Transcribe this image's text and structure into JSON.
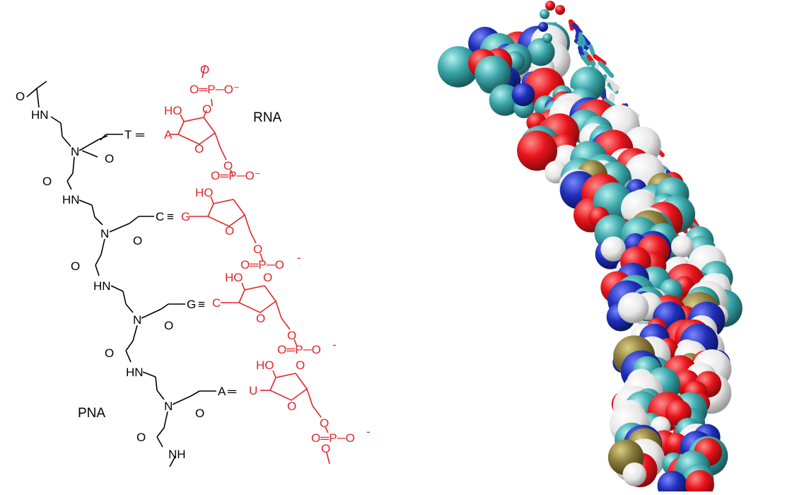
{
  "figure": {
    "labels": {
      "rna": "RNA",
      "pna": "PNA"
    },
    "colors": {
      "pna_strand": "#000000",
      "rna_strand": "#e0262b",
      "carbon": "#3aa6a9",
      "oxygen": "#e8141b",
      "nitrogen": "#1f2fb8",
      "hydrogen": "#f2f2f2",
      "phosphorus": "#8a7a3a"
    },
    "pna": {
      "terminal_top": {
        "carbonyl_o": "O",
        "amine": "HN"
      },
      "units": [
        {
          "nitrogen": "N",
          "amide_o": "O",
          "linker_carbonyl_o": "O",
          "amine": "HN",
          "base": "T",
          "bond": "═"
        },
        {
          "nitrogen": "N",
          "amide_o": "O",
          "linker_carbonyl_o": "O",
          "amine": "HN",
          "base": "C",
          "bond": "≡"
        },
        {
          "nitrogen": "N",
          "amide_o": "O",
          "linker_carbonyl_o": "O",
          "amine": "HN",
          "base": "G",
          "bond": "≡"
        },
        {
          "nitrogen": "N",
          "amide_o": "O",
          "linker_carbonyl_o": "O",
          "amine": "NH",
          "base": "A",
          "bond": "═"
        }
      ]
    },
    "rna": {
      "top_phosphate": {
        "o1": "O",
        "p": "O═P─O⁻"
      },
      "nucleotides": [
        {
          "base": "A",
          "hydroxyl": "HO",
          "ring_o": "O",
          "link_o": "O",
          "phosphate": "O═P─O⁻"
        },
        {
          "base": "G",
          "hydroxyl": "HO",
          "ring_o": "O",
          "link_o": "O",
          "phosphate": "O═P─O",
          "charge": "-"
        },
        {
          "base": "C",
          "hydroxyl": "HO",
          "ring_o": "O",
          "link_o": "O",
          "phosphate": "O═P─O",
          "charge": "-"
        },
        {
          "base": "U",
          "hydroxyl": "HO",
          "ring_o": "O",
          "link_o": "O",
          "phosphate": "O═P─O",
          "charge": "-",
          "end_o": "O"
        }
      ]
    }
  }
}
